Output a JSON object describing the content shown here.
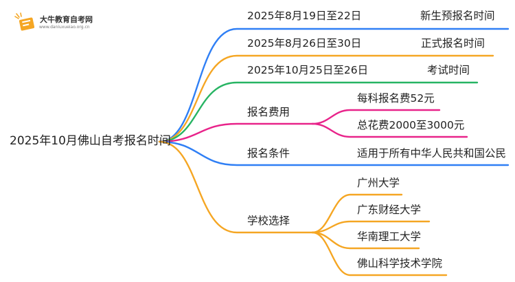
{
  "brand": {
    "title": "大牛教育自考网",
    "url": "www.daniuxueiao.org.cn"
  },
  "root": "2025年10月佛山自考报名时间",
  "branches": [
    {
      "label": "2025年8月19日至22日",
      "detail": "新生预报名时间",
      "color": "#2f7ff5"
    },
    {
      "label": "2025年8月26日至30日",
      "detail": "正式报名时间",
      "color": "#f5a623"
    },
    {
      "label": "2025年10月25日至26日",
      "detail": "考试时间",
      "color": "#27b463"
    },
    {
      "label": "报名费用",
      "color": "#e8238a",
      "children": [
        "每科报名费52元",
        "总花费2000至3000元"
      ]
    },
    {
      "label": "报名条件",
      "color": "#2f7ff5",
      "children": [
        "适用于所有中华人民共和国公民"
      ]
    },
    {
      "label": "学校选择",
      "color": "#f5a623",
      "children": [
        "广州大学",
        "广东财经大学",
        "华南理工大学",
        "佛山科学技术学院"
      ]
    }
  ]
}
